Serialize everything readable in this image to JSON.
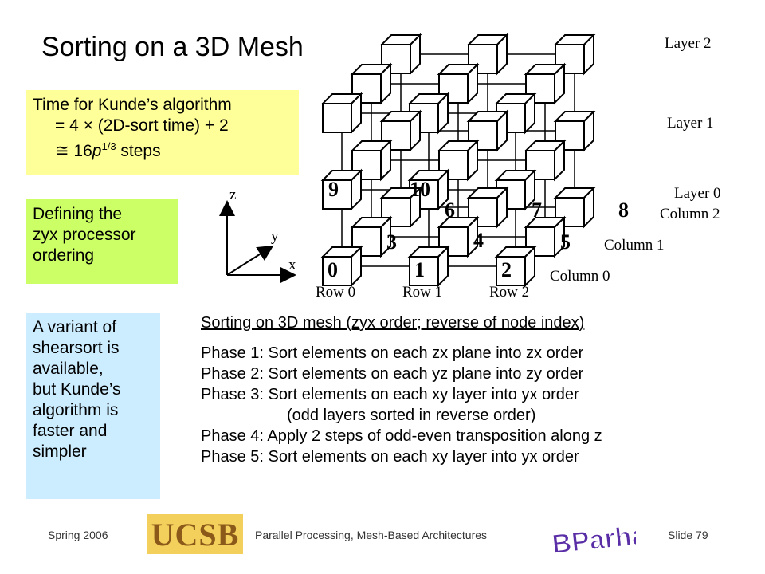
{
  "title": "Sorting on a 3D Mesh",
  "box_time": {
    "line1": "Time for Kunde’s algorithm",
    "line2": "= 4 × (2D-sort time) + 2",
    "line3_prefix": "≅ 16",
    "line3_var": "p",
    "line3_exp": "1/3",
    "line3_suffix": " steps"
  },
  "box_order": [
    "Defining the",
    "zyx processor",
    "ordering"
  ],
  "box_variant": [
    "A variant of",
    "shearsort is",
    "available,",
    "but Kunde’s",
    "algorithm is",
    "faster and",
    "simpler"
  ],
  "phases": {
    "heading": "Sorting on 3D mesh (zyx order; reverse of node index)",
    "lines": [
      "Phase 1: Sort elements on each zx plane into zx order",
      "Phase 2: Sort elements on each yz plane into zy order",
      "Phase 3: Sort elements on each xy layer into yx order",
      "(odd layers sorted in reverse order)",
      "Phase 4: Apply 2 steps of odd-even transposition along z",
      "Phase 5: Sort elements on each xy layer into yx order"
    ]
  },
  "axes": {
    "z": "z",
    "y": "y",
    "x": "x"
  },
  "mesh": {
    "node_labels": [
      "0",
      "1",
      "2",
      "3",
      "4",
      "5",
      "6",
      "7",
      "8",
      "9",
      "10"
    ],
    "layer_labels": [
      "Layer 2",
      "Layer 1",
      "Layer 0"
    ],
    "column_labels": [
      "Column 2",
      "Column 1",
      "Column 0"
    ],
    "row_labels": [
      "Row 0",
      "Row 1",
      "Row 2"
    ]
  },
  "footer": {
    "left": "Spring 2006",
    "logo_text": "UCSB",
    "center": "Parallel Processing, Mesh-Based Architectures",
    "right": "Slide 79",
    "badge_text": "BParhami"
  },
  "colors": {
    "yellow_box": "#ffff99",
    "green_box": "#ccff66",
    "blue_box": "#ccecff",
    "badge": "#5a2ea6"
  }
}
